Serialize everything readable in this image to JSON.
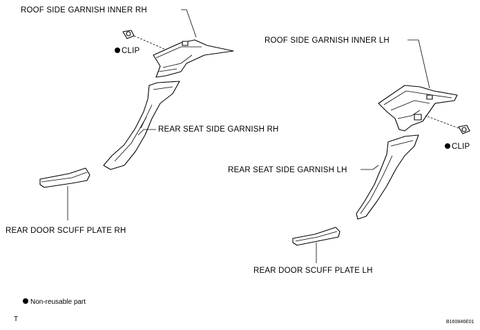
{
  "labels": {
    "roof_rh": "ROOF SIDE GARNISH INNER RH",
    "roof_lh": "ROOF SIDE GARNISH INNER LH",
    "clip_rh": "CLIP",
    "clip_lh": "CLIP",
    "seat_rh": "REAR SEAT SIDE GARNISH RH",
    "seat_lh": "REAR SEAT SIDE GARNISH LH",
    "scuff_rh": "REAR DOOR SCUFF PLATE RH",
    "scuff_lh": "REAR DOOR SCUFF PLATE LH"
  },
  "legend": {
    "text": "Non-reusable part"
  },
  "corner_mark": "T",
  "figure_code": "B160846E01"
}
